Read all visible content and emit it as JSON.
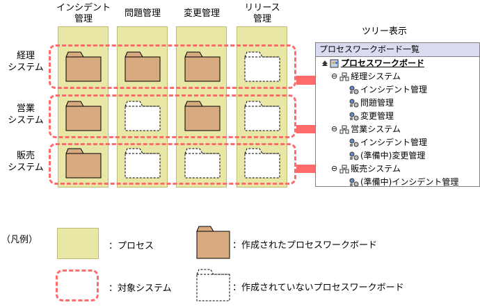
{
  "columns": [
    "インシデント\n管理",
    "問題管理",
    "変更管理",
    "リリース\n管理"
  ],
  "rows": [
    "経理\nシステム",
    "営業\nシステム",
    "販売\nシステム"
  ],
  "boards": [
    [
      true,
      true,
      true,
      false
    ],
    [
      true,
      false,
      true,
      false
    ],
    [
      true,
      false,
      false,
      false
    ]
  ],
  "tree": {
    "heading": "ツリー表示",
    "panel_title": "プロセスワークボード一覧",
    "root": "プロセスワークボード",
    "nodes": [
      {
        "level": 1,
        "label": "経理システム",
        "toggle": "⊖",
        "icon": "system"
      },
      {
        "level": 2,
        "label": "インシデント管理",
        "icon": "board"
      },
      {
        "level": 2,
        "label": "問題管理",
        "icon": "board"
      },
      {
        "level": 2,
        "label": "変更管理",
        "icon": "board"
      },
      {
        "level": 1,
        "label": "営業システム",
        "toggle": "⊖",
        "icon": "system"
      },
      {
        "level": 2,
        "label": "インシデント管理",
        "icon": "board"
      },
      {
        "level": 2,
        "label": "(準備中)変更管理",
        "icon": "board"
      },
      {
        "level": 1,
        "label": "販売システム",
        "toggle": "⊖",
        "icon": "system"
      },
      {
        "level": 2,
        "label": "(準備中)インシデント管理",
        "icon": "board"
      }
    ]
  },
  "legend": {
    "title": "（凡例）",
    "process": "：プロセス",
    "created": "：作成されたプロセスワークボード",
    "target": "：対象システム",
    "not_created": "：作成されていないプロセスワークボード"
  },
  "colors": {
    "process_fill": "#e8e7a6",
    "folder_fill": "#d8aa80",
    "target_border": "#ff6b6b",
    "arrow": "#ff6b6b"
  }
}
